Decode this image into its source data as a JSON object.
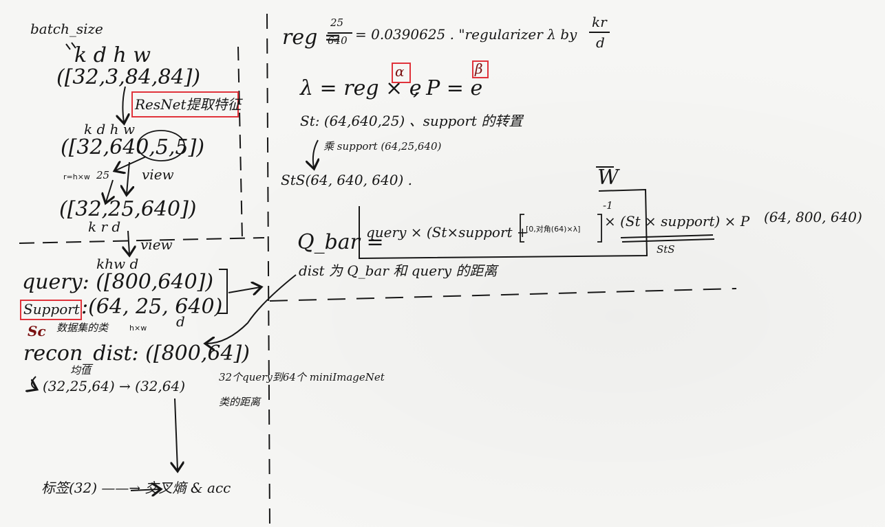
{
  "left": {
    "batch_size": "batch_size",
    "kdhw_header": "k  d  h  w",
    "input_shape": "([32,3,84,84])",
    "resnet_label": "ResNet提取特征",
    "feat_dims": "k    d     h   w",
    "feat_shape": "([32,640,5,5])",
    "r_eq": "r=h×w",
    "num_25": "25",
    "view_1": "view",
    "view_shape": "([32,25,640])",
    "krd": "k    r    d",
    "view_2": "view",
    "q_dims": "khw   d",
    "query_line": "query: ([800,640])",
    "support_word": "Support",
    "support_rest": ":(64, 25, 640)",
    "support_sub_d": "d",
    "sc_label": "Sc",
    "class_count": "数据集的类",
    "hxw_label": "h×w",
    "recon_line": "recon_dist: ([800,64])",
    "mean_label": "均值",
    "mean_line": "(32,25,64) → (32,64)",
    "dist_desc_1": "32个query到64个 miniImageNet",
    "dist_desc_2": "类的距离",
    "final_line": "标签(32) ——→ 交叉熵 & acc"
  },
  "right": {
    "reg_prefix": "reg =",
    "frac_num": "25",
    "frac_den": "640",
    "reg_value": "= 0.0390625 . \"regularizer λ by",
    "kr_num": "kr",
    "kr_den": "d",
    "lambda_line": "λ = reg × e",
    "alpha": "α",
    "p_line": ", P = e",
    "beta": "β",
    "st_line": "St: (64,640,25) 、support 的转置",
    "mult_line": "乘 support (64,25,640)",
    "sts_line": "StS(64, 640, 640) .",
    "w_bar": "W",
    "qbar_label": "Q_bar =",
    "qbar_expr_a": "query × (St×support +",
    "qbar_bracket": "[0,对角(64)×λ]",
    "qbar_inv": "-1",
    "qbar_expr_b": "× (St × support) × P",
    "sts_under": "StS",
    "qbar_shape": "(64, 800, 640)",
    "dist_line": "dist 为 Q_bar 和 query 的距离"
  }
}
